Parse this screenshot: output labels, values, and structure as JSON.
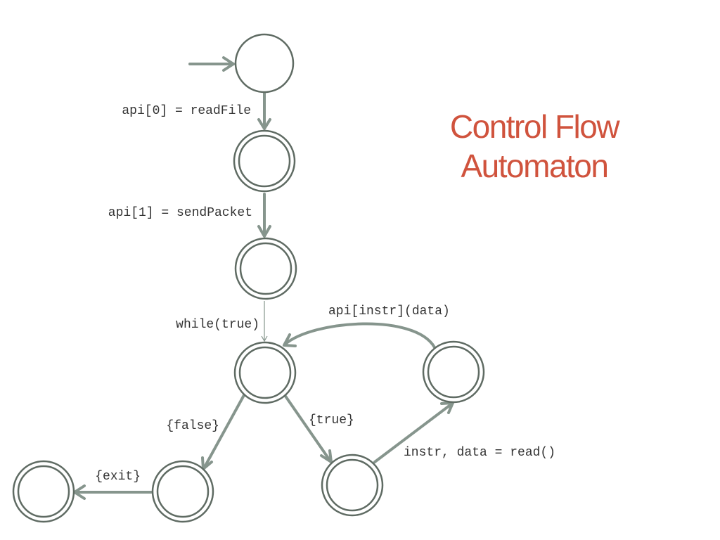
{
  "title": {
    "line1": "Control Flow",
    "line2": "Automaton"
  },
  "colors": {
    "title": "#d0533d",
    "node_stroke": "#5f6b63",
    "edge": "#86958d"
  },
  "states": [
    {
      "id": "s0",
      "accepting": false,
      "initial": true
    },
    {
      "id": "s1",
      "accepting": true
    },
    {
      "id": "s2",
      "accepting": true
    },
    {
      "id": "s3",
      "accepting": true
    },
    {
      "id": "s4",
      "accepting": true
    },
    {
      "id": "s5",
      "accepting": true
    },
    {
      "id": "s6",
      "accepting": true
    },
    {
      "id": "s7",
      "accepting": true
    }
  ],
  "transitions": [
    {
      "id": "t01",
      "from": "s0",
      "to": "s1",
      "label": "api[0] = readFile"
    },
    {
      "id": "t12",
      "from": "s1",
      "to": "s2",
      "label": "api[1] = sendPacket"
    },
    {
      "id": "t23",
      "from": "s2",
      "to": "s3",
      "label": "while(true)"
    },
    {
      "id": "t35",
      "from": "s3",
      "to": "s5",
      "label": "{false}"
    },
    {
      "id": "t36",
      "from": "s3",
      "to": "s6",
      "label": "{true}"
    },
    {
      "id": "t64",
      "from": "s6",
      "to": "s4",
      "label": "instr, data = read()"
    },
    {
      "id": "t43",
      "from": "s4",
      "to": "s3",
      "label": "api[instr](data)"
    },
    {
      "id": "t57",
      "from": "s5",
      "to": "s7",
      "label": "{exit}"
    }
  ]
}
